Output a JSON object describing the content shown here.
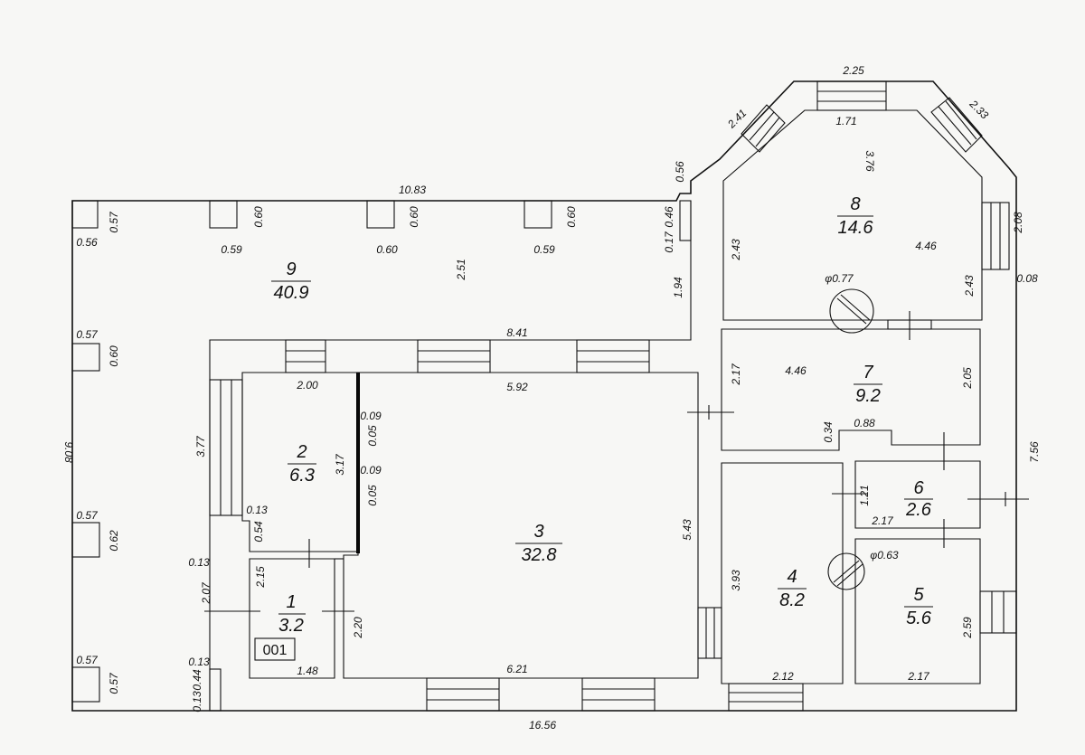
{
  "rooms": [
    {
      "number": "1",
      "area": "3.2"
    },
    {
      "number": "2",
      "area": "6.3"
    },
    {
      "number": "3",
      "area": "32.8"
    },
    {
      "number": "4",
      "area": "8.2"
    },
    {
      "number": "5",
      "area": "5.6"
    },
    {
      "number": "6",
      "area": "2.6"
    },
    {
      "number": "7",
      "area": "9.2"
    },
    {
      "number": "8",
      "area": "14.6"
    },
    {
      "number": "9",
      "area": "40.9"
    }
  ],
  "tag": "001",
  "dims": {
    "d_10_83": "10.83",
    "d_8_41": "8.41",
    "d_16_56": "16.56",
    "d_9_08": "9.08",
    "d_7_56": "7.56",
    "d_2_25": "2.25",
    "d_2_41": "2.41",
    "d_2_33": "2.33",
    "d_1_71": "1.71",
    "d_3_76": "3.76",
    "d_0_56_top": "0.56",
    "d_0_46": "0.46",
    "d_0_17": "0.17",
    "d_1_94": "1.94",
    "d_2_51": "2.51",
    "d_2_43_a": "2.43",
    "d_2_43_b": "2.43",
    "d_4_46_r8": "4.46",
    "d_2_08": "2.08",
    "d_0_08": "0.08",
    "d_phi_0_77": "φ0.77",
    "d_2_17_r7": "2.17",
    "d_4_46_r7": "4.46",
    "d_2_05": "2.05",
    "d_0_34": "0.34",
    "d_0_88": "0.88",
    "d_2_00": "2.00",
    "d_5_92": "5.92",
    "d_0_09_a": "0.09",
    "d_0_05_a": "0.05",
    "d_0_09_b": "0.09",
    "d_0_05_b": "0.05",
    "d_3_17": "3.17",
    "d_3_77": "3.77",
    "d_0_13_a": "0.13",
    "d_0_54": "0.54",
    "d_5_43": "5.43",
    "d_1_21": "1.21",
    "d_2_17_r6": "2.17",
    "d_phi_0_63": "φ0.63",
    "d_3_93": "3.93",
    "d_2_59": "2.59",
    "d_2_12": "2.12",
    "d_2_17_r5": "2.17",
    "d_6_21": "6.21",
    "d_2_20": "2.20",
    "d_2_15": "2.15",
    "d_2_07": "2.07",
    "d_1_48": "1.48",
    "d_0_13_b": "0.13",
    "d_0_13_c": "0.13",
    "d_0_44": "0.44",
    "d_0_13_d": "0.13",
    "c1_w": "0.57",
    "c1_d": "0.56",
    "c2_w": "0.60",
    "c2_d": "0.59",
    "c3_w": "0.60",
    "c3_d": "0.60",
    "c4_w": "0.60",
    "c4_d": "0.59",
    "c5_w": "0.60",
    "c5_d": "0.57",
    "c6_w": "0.62",
    "c6_d": "0.57",
    "c7_w": "0.57",
    "c7_d": "0.57"
  }
}
